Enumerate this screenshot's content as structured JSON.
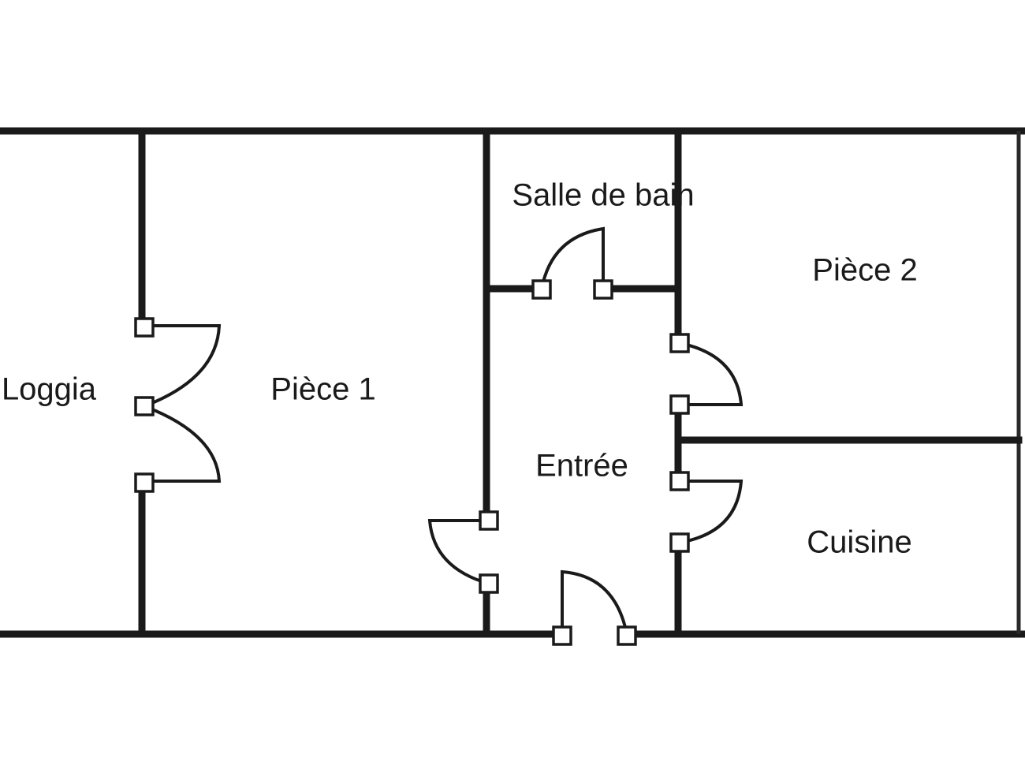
{
  "title": "Floor plan",
  "rooms": {
    "loggia": "Loggia",
    "piece1": "Pièce 1",
    "salle_de_bain": "Salle de bain",
    "piece2": "Pièce 2",
    "entree": "Entrée",
    "cuisine": "Cuisine"
  },
  "colors": {
    "wall": "#1a1a1a",
    "background": "#ffffff"
  }
}
